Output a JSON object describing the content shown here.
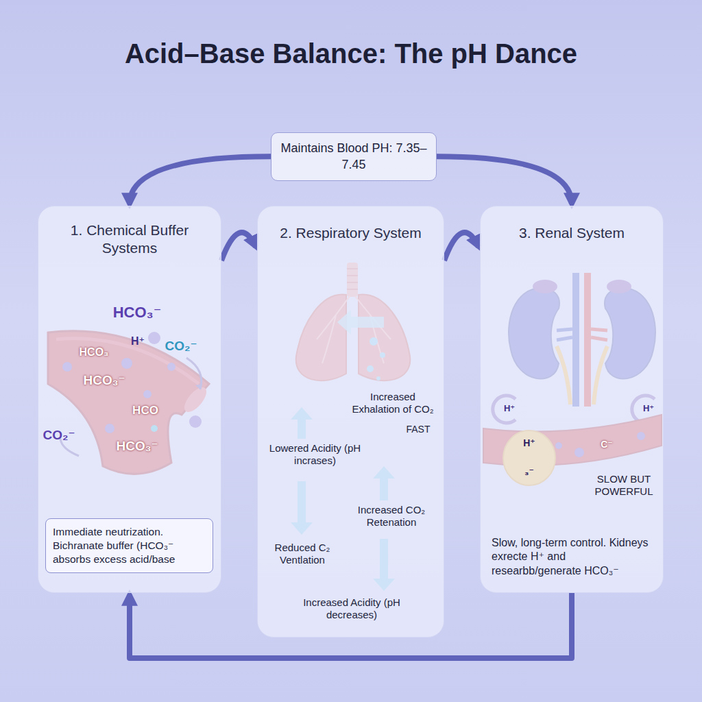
{
  "diagram": {
    "title": "Acid–Base Balance: The pH Dance",
    "nodes": [
      {
        "text": [
          "Maintains Blood PH: 7.35–7.45"
        ]
      },
      {
        "text": [
          "1. Chemical Buffer Systems"
        ]
      },
      {
        "text": [
          "Immediate neutrization. Bichranate buffer (HCO₃⁻ absorbs excess acid/base"
        ],
        "in": 1
      },
      {
        "text": [
          "2. Respiratory System"
        ]
      },
      {
        "text": [
          "3. Renal System",
          "Slow, long-term control. Kidneys exrecte H⁺ and researbb/generate HCO₃⁻"
        ]
      }
    ],
    "edges": [
      {
        "from": 0,
        "to": 1,
        "arrow": "to"
      },
      {
        "from": 0,
        "to": 4,
        "arrow": "to"
      },
      {
        "from": 1,
        "to": 3,
        "arrow": "to"
      },
      {
        "from": 3,
        "to": 4,
        "arrow": "to"
      },
      {
        "from": 4,
        "to": 1,
        "arrow": "to"
      }
    ],
    "labels": [
      "HCO₃⁻",
      "H⁺",
      "CO₂⁻",
      "HCO₃",
      "HCO₃⁻",
      "HCO",
      "HCO₃⁻",
      "CO₂⁻",
      "Increased Exhalation of CO₂",
      "FAST",
      "Lowered Acidity (pH incrases)",
      "Increased CO₂ Retenation",
      "Reduced C₂ Ventlation",
      "Increased Acidity (pH decreases)",
      "H⁺",
      "H⁺",
      "H⁺",
      "C⁻",
      "₃⁻",
      "SLOW BUT POWERFUL"
    ]
  }
}
